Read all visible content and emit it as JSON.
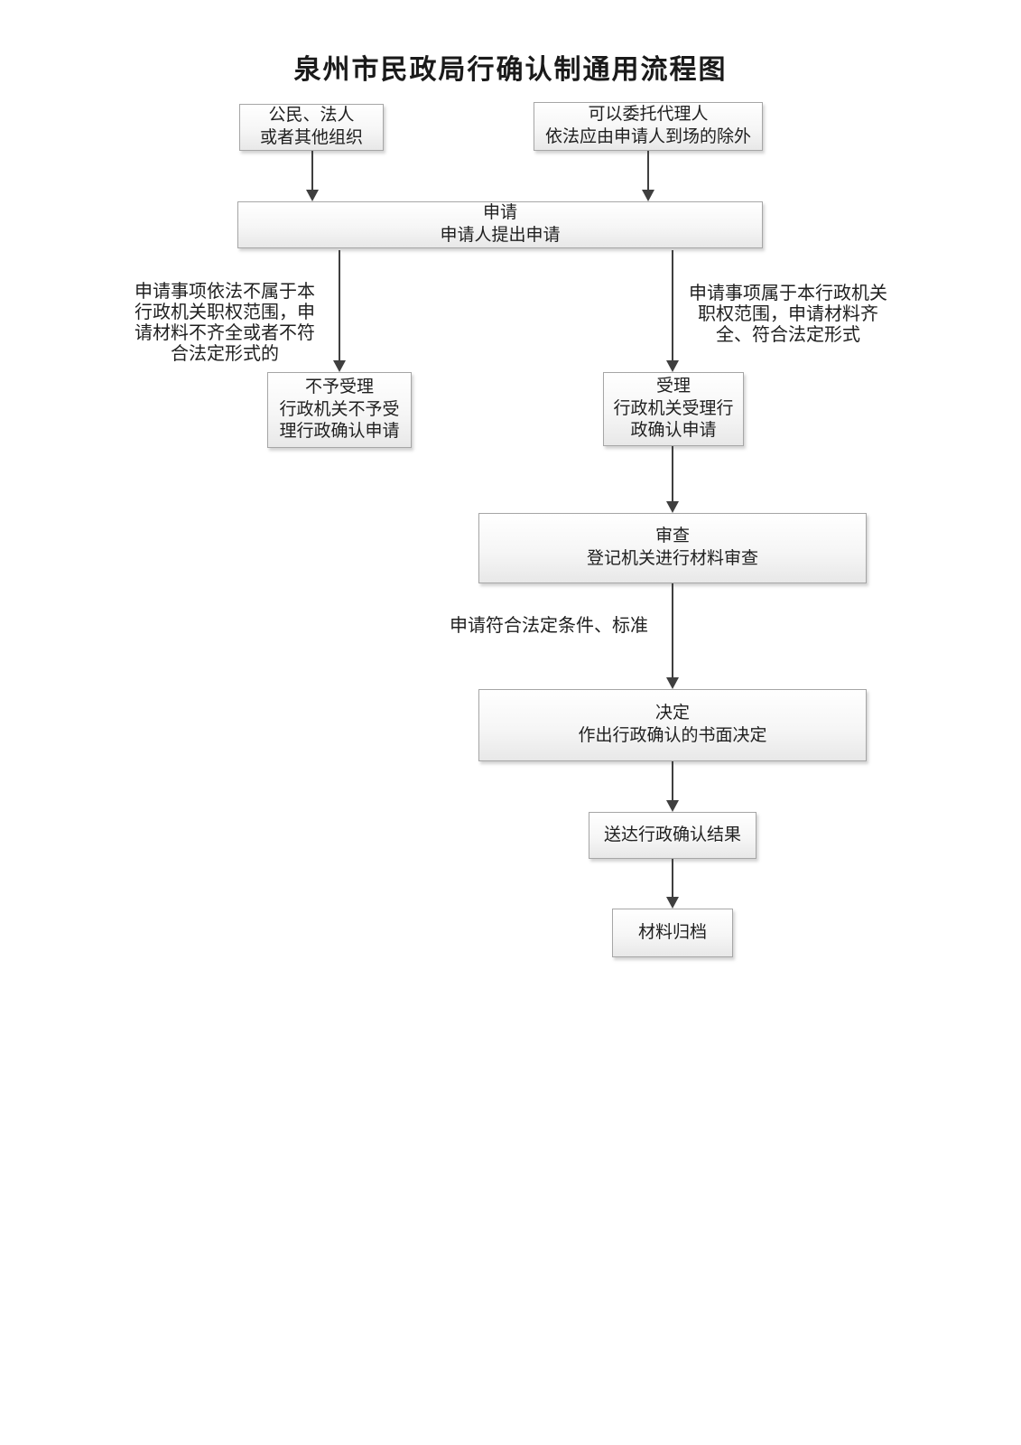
{
  "title": "泉州市民政局行确认制通用流程图",
  "nodes": {
    "applicant": {
      "body": "公民、法人\n或者其他组织"
    },
    "agent": {
      "body": "可以委托代理人\n依法应由申请人到场的除外"
    },
    "apply": {
      "title": "申请",
      "body": "申请人提出申请"
    },
    "reject": {
      "title": "不予受理",
      "body": "行政机关不予受\n理行政确认申请"
    },
    "accept": {
      "title": "受理",
      "body": "行政机关受理行\n政确认申请"
    },
    "review": {
      "title": "审查",
      "body": "登记机关进行材料审查"
    },
    "decision": {
      "title": "决定",
      "body": "作出行政确认的书面决定"
    },
    "deliver": {
      "body": "送达行政确认结果"
    },
    "archive": {
      "body": "材料归档"
    }
  },
  "edge_labels": {
    "left": "申请事项依法不属于本\n行政机关职权范围，申\n请材料不齐全或者不符\n合法定形式的",
    "right": "申请事项属于本行政机关\n职权范围，申请材料齐\n全、符合法定形式",
    "middle": "申请符合法定条件、标准"
  },
  "colors": {
    "box_border": "#a6a6a6",
    "box_fill_top": "#ffffff",
    "box_fill_bottom": "#e8e8e8",
    "arrow": "#3f3f3f",
    "text": "#1f1f1f",
    "background": "#ffffff"
  }
}
